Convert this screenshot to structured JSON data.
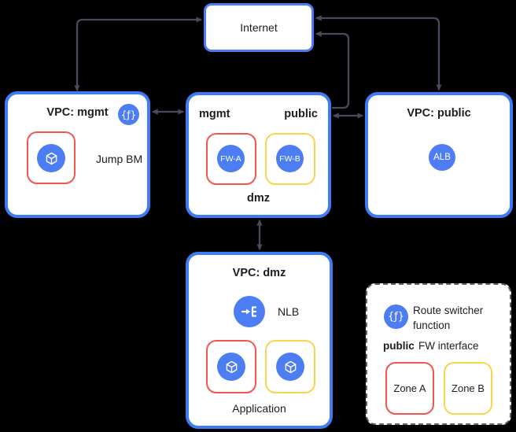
{
  "colors": {
    "background": "#000000",
    "vpc_border": "#3e7cf6",
    "node_blue": "#4d7df2",
    "zone_red": "#f4564e",
    "zone_yellow": "#fbd44c",
    "arrow": "#4a4a5e",
    "panel_bg": "#ffffff",
    "legend_border": "#62626e",
    "text": "#1c1c22"
  },
  "internet": {
    "label": "Internet"
  },
  "vpc_mgmt": {
    "title": "VPC: mgmt",
    "function_glyph": "{ƒ}",
    "node": {
      "label": "Jump BM",
      "icon": "compute-cube"
    }
  },
  "dmz_gateway": {
    "subnet_left": "mgmt",
    "subnet_right": "public",
    "subnet_bottom": "dmz",
    "firewalls": [
      {
        "label": "FW-A",
        "zone": "red"
      },
      {
        "label": "FW-B",
        "zone": "yellow"
      }
    ]
  },
  "vpc_public": {
    "title": "VPC: public",
    "node": {
      "label": "ALB"
    }
  },
  "vpc_dmz": {
    "title": "VPC: dmz",
    "nlb_label": "NLB",
    "app_label": "Application"
  },
  "legend": {
    "function_glyph": "{ƒ}",
    "route_switcher_label": "Route switcher function",
    "public_label": "public",
    "fw_interface_label": "FW interface",
    "zone_a_label": "Zone A",
    "zone_b_label": "Zone B"
  }
}
